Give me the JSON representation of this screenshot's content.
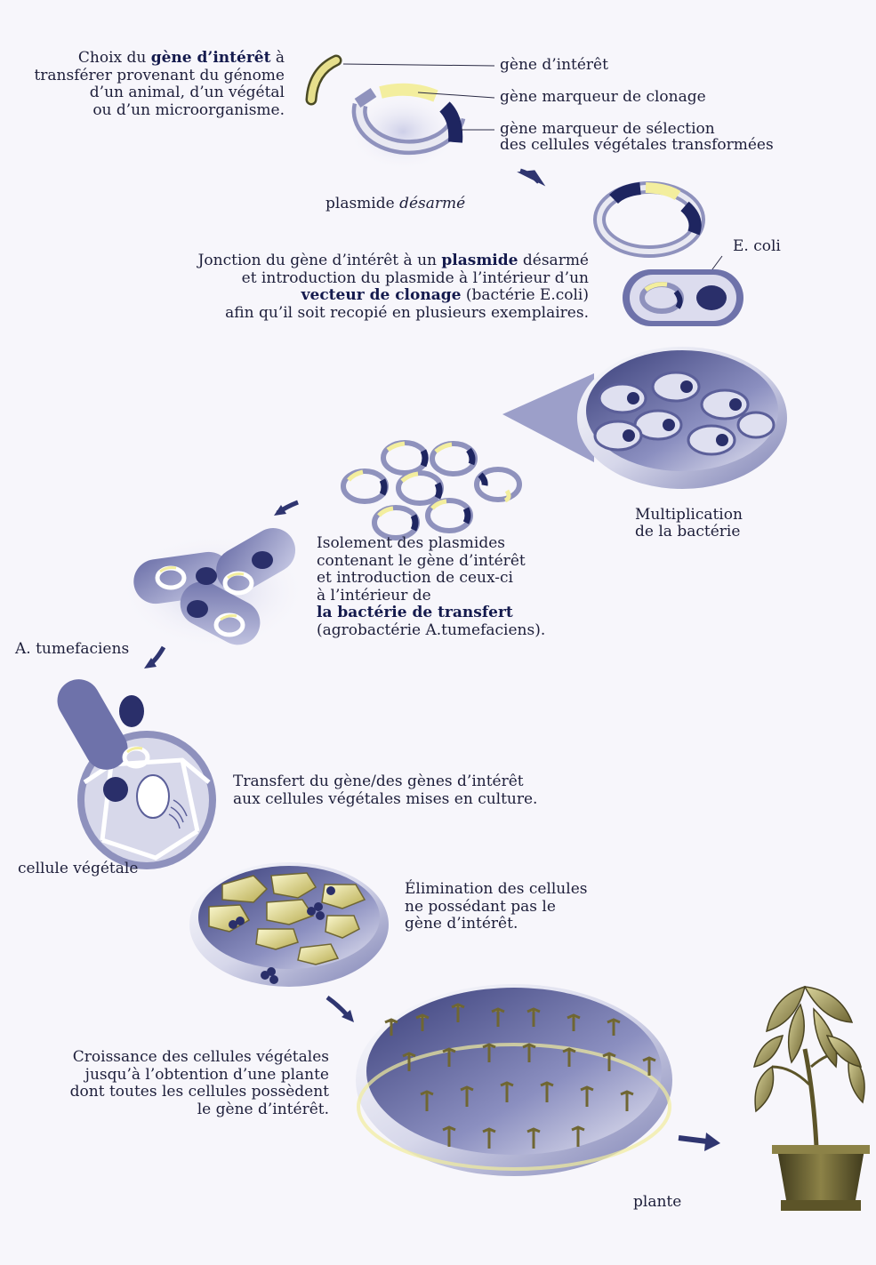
{
  "step1": {
    "pre": "Choix du ",
    "bold": "gène d’intérêt",
    "post": " à",
    "line2": "transférer provenant du génome",
    "line3": "d’un animal, d’un végétal",
    "line4": "ou d’un microorganisme."
  },
  "labels": {
    "gene_interet": "gène d’intérêt",
    "marqueur_clonage": "gène marqueur de clonage",
    "marqueur_selection_1": "gène marqueur de sélection",
    "marqueur_selection_2": "des cellules végétales transformées",
    "plasmide": "plasmide ",
    "plasmide_italic": "désarmé",
    "ecoli": "E. coli",
    "multiplication_1": "Multiplication",
    "multiplication_2": "de la bactérie",
    "tumefaciens": "A. tumefaciens",
    "cellule_vegetale": "cellule végétale",
    "plante": "plante"
  },
  "step2": {
    "l1_pre": "Jonction du gène d’intérêt à un ",
    "l1_bold": "plasmide",
    "l1_post": " désarmé",
    "l2": "et introduction du plasmide à l’intérieur d’un",
    "l3_bold": "vecteur de clonage",
    "l3_post": " (bactérie E.coli)",
    "l4": "afin qu’il soit recopié en plusieurs exemplaires."
  },
  "step3": {
    "l1": "Isolement des plasmides",
    "l2": "contenant le gène d’intérêt",
    "l3": "et introduction de ceux-ci",
    "l4": "à l’intérieur de",
    "l5_bold": "la bactérie de transfert",
    "l6": "(agrobactérie A.tumefaciens)."
  },
  "step4": {
    "l1": "Transfert du gène/des gènes d’intérêt",
    "l2": "aux cellules végétales mises en culture."
  },
  "step5": {
    "l1": "Élimination des cellules",
    "l2": "ne possédant pas le",
    "l3": "gène d’intérêt."
  },
  "step6": {
    "l1": "Croissance des cellules végétales",
    "l2": "jusqu’à l’obtention d’une plante",
    "l3": "dont toutes les cellules possèdent",
    "l4": "le gène d’intérêt."
  },
  "colors": {
    "background": "#f7f6fb",
    "navy": "#20275e",
    "lavender": "#9a9cc6",
    "yellow_gene": "#efeaa0",
    "olive": "#8c8247"
  }
}
